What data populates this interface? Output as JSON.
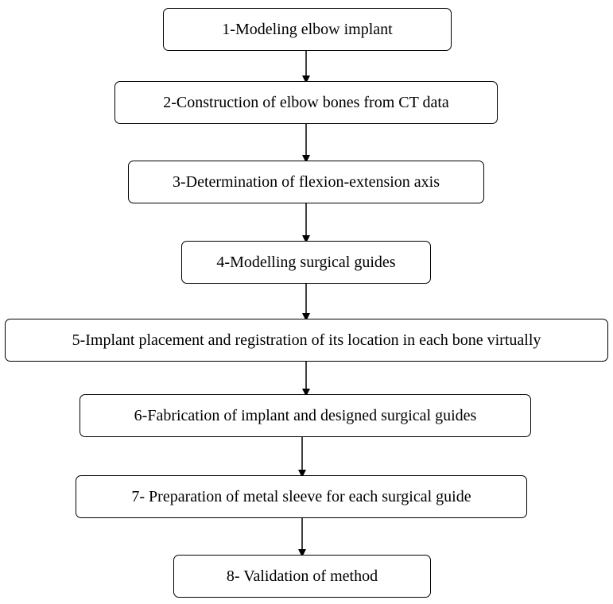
{
  "steps": [
    "1-Modeling elbow implant",
    "2-Construction of elbow bones from CT data",
    "3-Determination of flexion-extension axis",
    "4-Modelling surgical guides",
    "5-Implant placement and registration of its location in each bone virtually",
    "6-Fabrication of implant and designed surgical guides",
    "7- Preparation of metal sleeve for each surgical guide",
    "8- Validation of method"
  ]
}
